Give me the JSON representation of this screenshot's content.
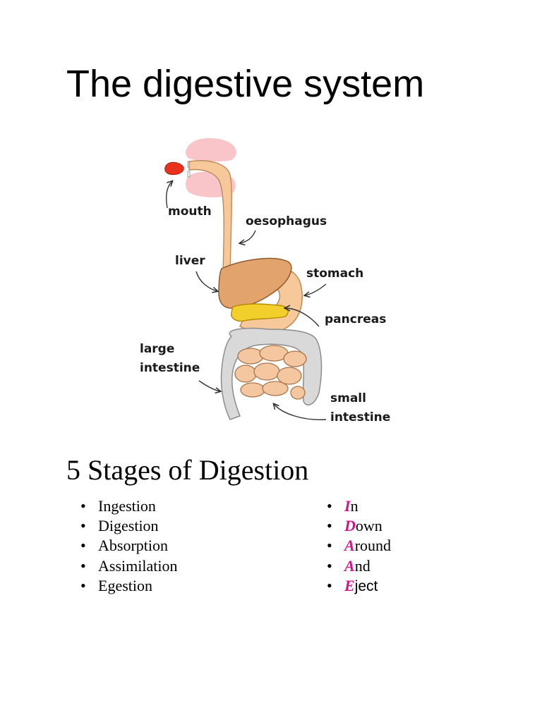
{
  "page": {
    "title": "The digestive system"
  },
  "diagram": {
    "labels": {
      "mouth": "mouth",
      "oesophagus": "oesophagus",
      "liver": "liver",
      "stomach": "stomach",
      "pancreas": "pancreas",
      "large_intestine_1": "large",
      "large_intestine_2": "intestine",
      "small_intestine_1": "small",
      "small_intestine_2": "intestine"
    }
  },
  "stages": {
    "heading": "5 Stages of Digestion",
    "bullet": "•",
    "items": [
      "Ingestion",
      "Digestion",
      "Absorption",
      "Assimilation",
      "Egestion"
    ],
    "mnemonic": [
      {
        "initial": "I",
        "rest": "n"
      },
      {
        "initial": "D",
        "rest": "own"
      },
      {
        "initial": "A",
        "rest": "round"
      },
      {
        "initial": "A",
        "rest": "nd"
      },
      {
        "initial": "E",
        "rest": "ject"
      }
    ]
  },
  "colors": {
    "mnemonic_initial": "#d4148c"
  }
}
